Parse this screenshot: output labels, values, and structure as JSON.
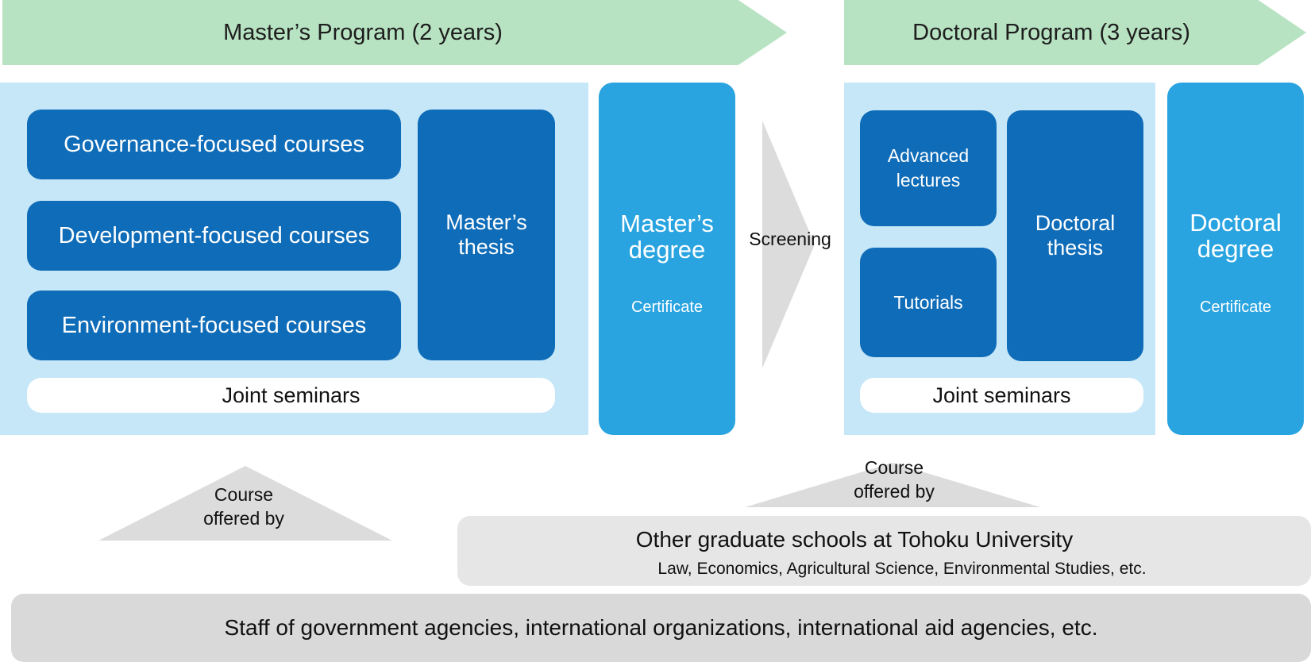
{
  "masters": {
    "banner": "Master’s Program (2 years)",
    "courses": [
      "Governance-focused courses",
      "Development-focused courses",
      "Environment-focused courses"
    ],
    "thesis": "Master’s\nthesis",
    "seminar": "Joint seminars",
    "degree": "Master’s\ndegree",
    "certificate": "Certificate"
  },
  "screening": "Screening",
  "doctoral": {
    "banner": "Doctoral Program (3 years)",
    "advanced": "Advanced\nlectures",
    "tutorials": "Tutorials",
    "thesis": "Doctoral\nthesis",
    "seminar": "Joint seminars",
    "degree": "Doctoral\ndegree",
    "certificate": "Certificate"
  },
  "offered_left": "Course\noffered by",
  "offered_right": "Course\noffered by",
  "other_schools": {
    "title": "Other graduate schools at Tohoku University",
    "subtitle": "Law, Economics, Agricultural Science, Environmental Studies, etc."
  },
  "staff": "Staff of government agencies, international organizations, international aid agencies, etc.",
  "colors": {
    "banner": "#b8e3c2",
    "panel": "#c6e7f8",
    "dark_box": "#0f6cb8",
    "mid_box": "#29a4e0",
    "grey": "#e6e6e6"
  }
}
